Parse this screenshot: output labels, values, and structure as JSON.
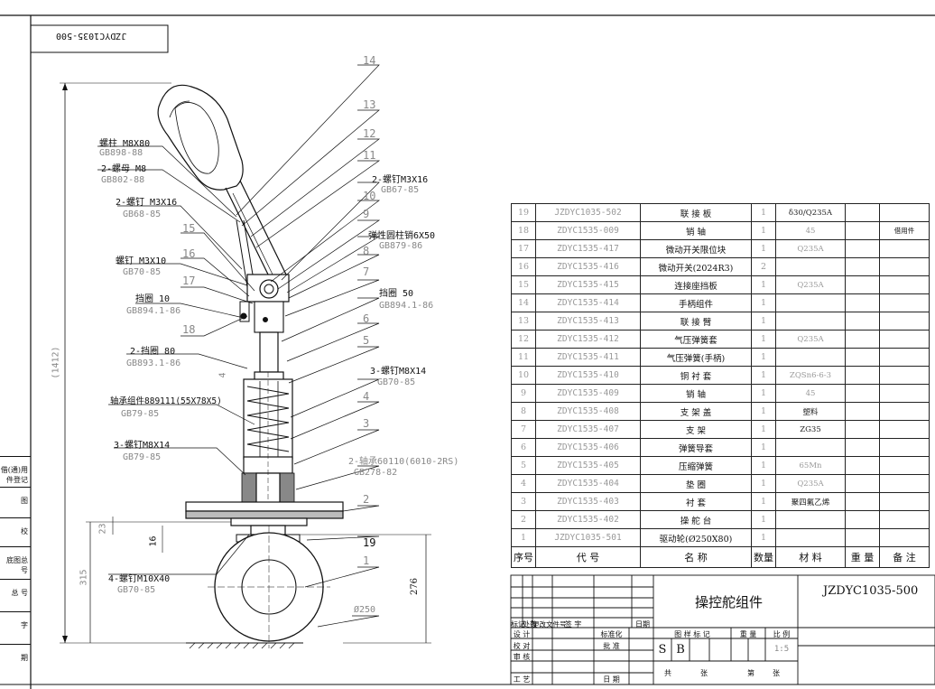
{
  "header": {
    "code_stamp": "JZDYC1035-500"
  },
  "side_labels": [
    "借(通)用件登记",
    "图",
    "校",
    "底图总号",
    "总 号",
    "字",
    "期"
  ],
  "callouts": {
    "left": [
      {
        "name": "螺柱 M8X80",
        "std": "GB898-88"
      },
      {
        "name": "2-螺母 M8",
        "std": "GB802-88"
      },
      {
        "name": "2-螺钉 M3X16",
        "std": "GB68-85"
      },
      {
        "name": "螺钉 M3X10",
        "std": "GB70-85"
      },
      {
        "name": "挡圈 10",
        "std": "GB894.1-86"
      },
      {
        "name": "2-挡圈 80",
        "std": "GB893.1-86"
      },
      {
        "name": "轴承组件889111(55X78X5)",
        "std": "GB79-85"
      },
      {
        "name": "3-螺钉M8X14",
        "std": "GB79-85"
      },
      {
        "name": "4-螺钉M10X40",
        "std": "GB70-85"
      }
    ],
    "right": [
      {
        "name": "2-螺钉M3X16",
        "std": "GB67-85"
      },
      {
        "name": "弹性圆柱销6X50",
        "std": "GB879-86"
      },
      {
        "name": "挡圈 50",
        "std": "GB894.1-86"
      },
      {
        "name": "3-螺钉M8X14",
        "std": "GB70-85"
      },
      {
        "name": "2-轴承60110(6010-2RS)",
        "std": "GB278-82"
      }
    ],
    "part_numbers": [
      "14",
      "13",
      "12",
      "11",
      "10",
      "9",
      "8",
      "7",
      "6",
      "5",
      "4",
      "3",
      "2",
      "19",
      "1",
      "15",
      "16",
      "17",
      "18"
    ]
  },
  "dimensions": {
    "overall_height": "(1412)",
    "d315": "315",
    "d276": "276",
    "wheel_dia": "Ø250",
    "d16": "16",
    "d23": "23",
    "d4": "4"
  },
  "bom": {
    "rows": [
      {
        "no": "19",
        "code": "JZDYC1035-502",
        "name": "联 接 板",
        "qty": "1",
        "mat": "δ30/Q235A",
        "weight": "",
        "note": ""
      },
      {
        "no": "18",
        "code": "ZDYC1535-009",
        "name": "销 轴",
        "qty": "1",
        "mat": "45",
        "weight": "",
        "note": "借用件"
      },
      {
        "no": "17",
        "code": "ZDYC1535-417",
        "name": "微动开关限位块",
        "qty": "1",
        "mat": "Q235A",
        "weight": "",
        "note": ""
      },
      {
        "no": "16",
        "code": "ZDYC1535-416",
        "name": "微动开关(2024R3)",
        "qty": "2",
        "mat": "",
        "weight": "",
        "note": ""
      },
      {
        "no": "15",
        "code": "ZDYC1535-415",
        "name": "连接座挡板",
        "qty": "1",
        "mat": "Q235A",
        "weight": "",
        "note": ""
      },
      {
        "no": "14",
        "code": "ZDYC1535-414",
        "name": "手柄组件",
        "qty": "1",
        "mat": "",
        "weight": "",
        "note": ""
      },
      {
        "no": "13",
        "code": "ZDYC1535-413",
        "name": "联 接 臂",
        "qty": "1",
        "mat": "",
        "weight": "",
        "note": ""
      },
      {
        "no": "12",
        "code": "ZDYC1535-412",
        "name": "气压弹簧套",
        "qty": "1",
        "mat": "Q235A",
        "weight": "",
        "note": ""
      },
      {
        "no": "11",
        "code": "ZDYC1535-411",
        "name": "气压弹簧(手柄)",
        "qty": "1",
        "mat": "",
        "weight": "",
        "note": ""
      },
      {
        "no": "10",
        "code": "ZDYC1535-410",
        "name": "铜 衬 套",
        "qty": "1",
        "mat": "ZQSn6-6-3",
        "weight": "",
        "note": ""
      },
      {
        "no": "9",
        "code": "ZDYC1535-409",
        "name": "销 轴",
        "qty": "1",
        "mat": "45",
        "weight": "",
        "note": ""
      },
      {
        "no": "8",
        "code": "ZDYC1535-408",
        "name": "支 架 盖",
        "qty": "1",
        "mat": "塑料",
        "weight": "",
        "note": ""
      },
      {
        "no": "7",
        "code": "ZDYC1535-407",
        "name": "支 架",
        "qty": "1",
        "mat": "ZG35",
        "weight": "",
        "note": ""
      },
      {
        "no": "6",
        "code": "ZDYC1535-406",
        "name": "弹簧导套",
        "qty": "1",
        "mat": "",
        "weight": "",
        "note": ""
      },
      {
        "no": "5",
        "code": "ZDYC1535-405",
        "name": "压缩弹簧",
        "qty": "1",
        "mat": "65Mn",
        "weight": "",
        "note": ""
      },
      {
        "no": "4",
        "code": "ZDYC1535-404",
        "name": "垫 圈",
        "qty": "1",
        "mat": "Q235A",
        "weight": "",
        "note": ""
      },
      {
        "no": "3",
        "code": "ZDYC1535-403",
        "name": "衬 套",
        "qty": "1",
        "mat": "聚四氟乙烯",
        "weight": "",
        "note": ""
      },
      {
        "no": "2",
        "code": "ZDYC1535-402",
        "name": "操 舵 台",
        "qty": "1",
        "mat": "",
        "weight": "",
        "note": ""
      },
      {
        "no": "1",
        "code": "JZDYC1035-501",
        "name": "驱动轮(Ø250X80)",
        "qty": "1",
        "mat": "",
        "weight": "",
        "note": ""
      }
    ],
    "header": {
      "no": "序号",
      "code": "代 号",
      "name": "名 称",
      "qty": "数量",
      "mat": "材 料",
      "weight": "重 量",
      "note": "备 注"
    }
  },
  "title_block": {
    "assembly_name": "操控舵组件",
    "drawing_no": "JZDYC1035-500",
    "rev_headers": [
      "标记",
      "处数",
      "更改文件号",
      "签 字",
      "日期"
    ],
    "roles": [
      "设 计",
      "校 对",
      "审 核",
      "工 艺"
    ],
    "role_mid": [
      "标准化",
      "批 准",
      "",
      "日 期"
    ],
    "meta_headers": [
      "图 样 标 记",
      "重 量",
      "比 例"
    ],
    "mark_s": "S",
    "mark_b": "B",
    "scale": "1:5",
    "sheets": [
      "共",
      "张",
      "第",
      "张"
    ]
  }
}
